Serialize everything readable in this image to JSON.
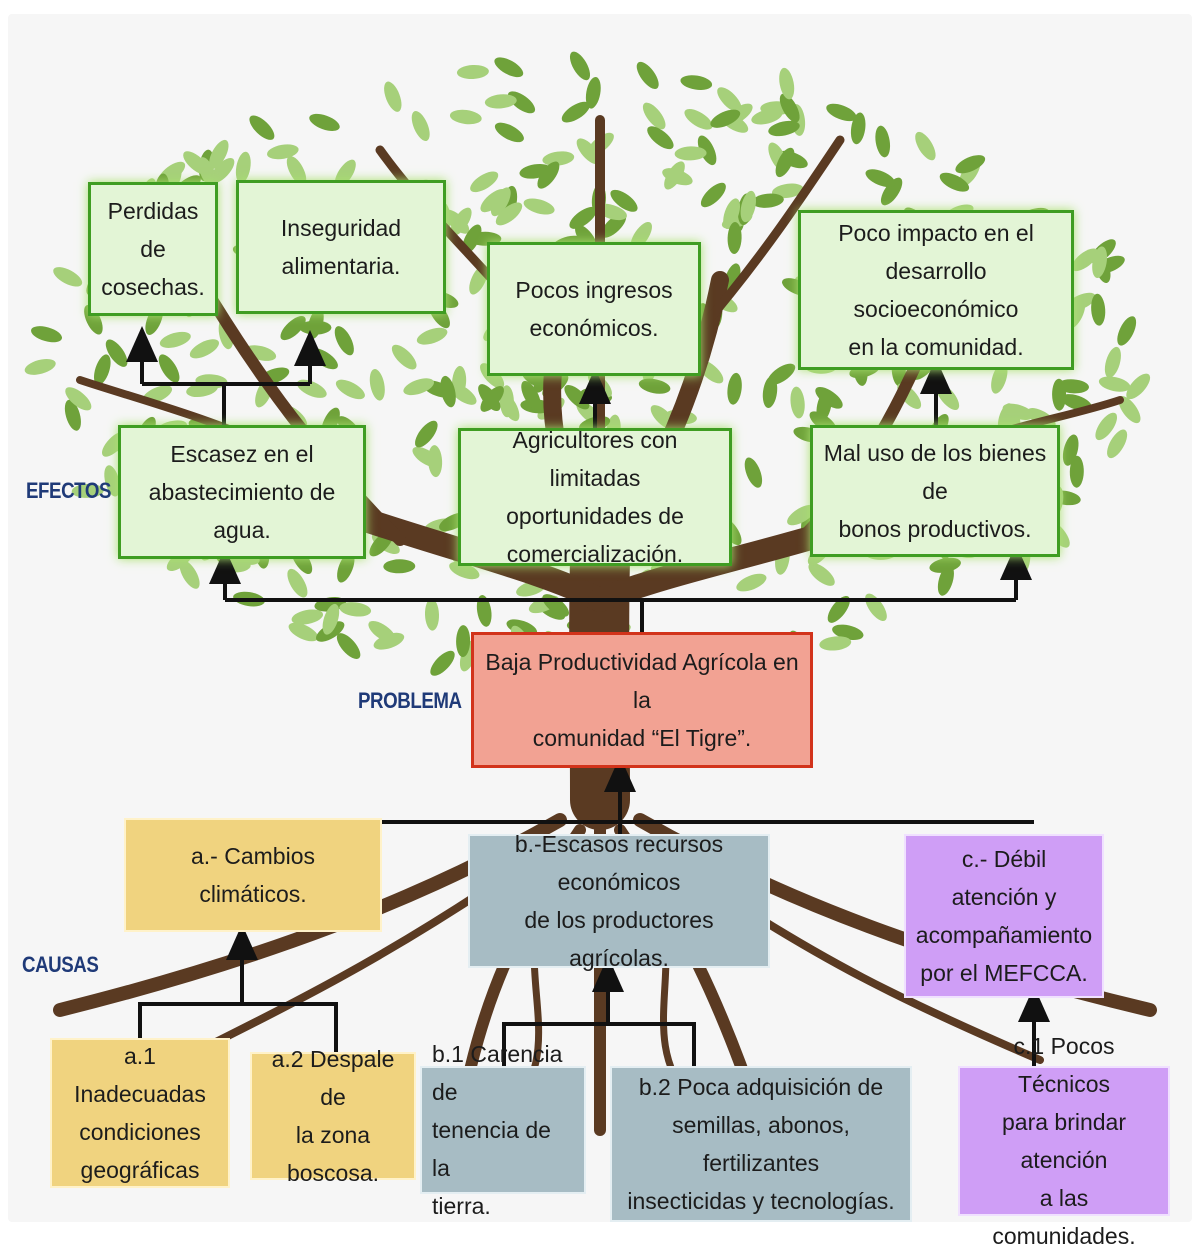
{
  "labels": {
    "effects": "EFECTOS",
    "problem": "PROBLEMA",
    "causes": "CAUSAS"
  },
  "effects_top": [
    "Perdidas de\ncosechas.",
    "Inseguridad\nalimentaria.",
    "Pocos ingresos\neconómicos.",
    "Poco impacto en el\ndesarrollo socioeconómico\nen la comunidad."
  ],
  "effects_mid": [
    "Escasez en el\nabastecimiento de agua.",
    "Agricultores con limitadas\noportunidades de\ncomercialización.",
    "Mal uso de los bienes de\nbonos productivos."
  ],
  "problem": "Baja Productividad Agrícola en la\ncomunidad “El Tigre”.",
  "causes": [
    "a.- Cambios climáticos.",
    "b.-Escasos recursos económicos\nde los productores agrícolas.",
    "c.- Débil atención y\nacompañamiento\npor el MEFCCA."
  ],
  "sub_causes": [
    "a.1 Inadecuadas\ncondiciones\ngeográficas",
    "a.2 Despale de\nla zona boscosa.",
    "b.1 Carencia de\ntenencia de la\ntierra.",
    "b.2 Poca adquisición de\nsemillas, abonos, fertilizantes\ninsecticidas y tecnologías.",
    "c.1 Pocos Técnicos\npara brindar atención\na las comunidades."
  ],
  "colors": {
    "leaf": "#6fa23a",
    "leaf_light": "#a6d07a",
    "trunk": "#5a3a22",
    "effect_border": "#3f9d22",
    "problem_fill": "#f2a293",
    "cause_a": "#f0d37f",
    "cause_b": "#a7bcc4",
    "cause_c": "#cf9ef6",
    "label": "#1f3a78"
  }
}
